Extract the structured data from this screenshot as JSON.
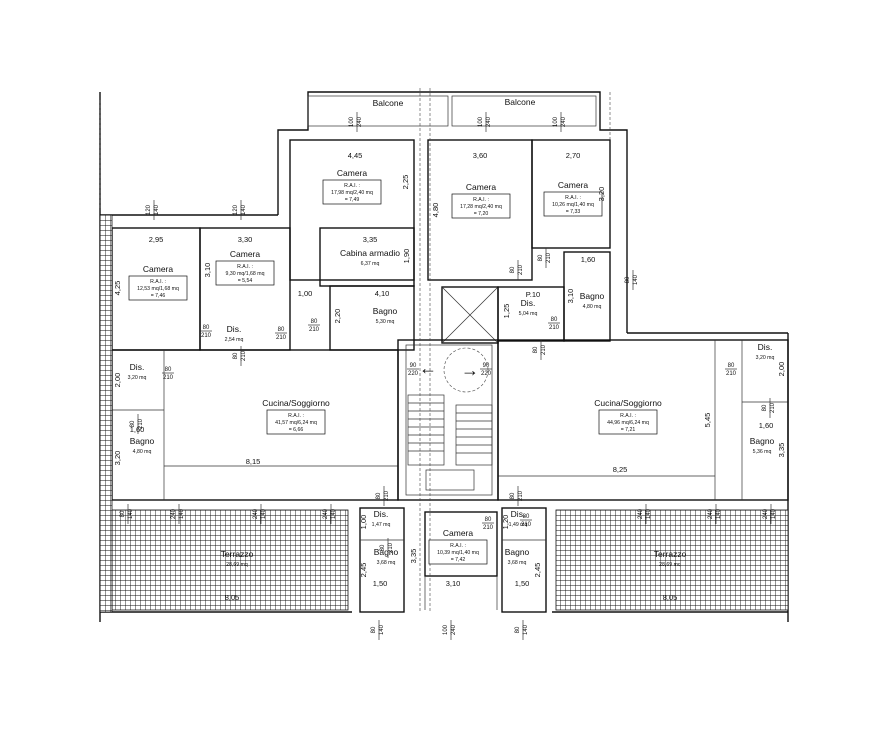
{
  "balconies": [
    {
      "id": "balcone-left",
      "label": "Balcone"
    },
    {
      "id": "balcone-right",
      "label": "Balcone"
    }
  ],
  "rooms": [
    {
      "id": "camera-top-1",
      "name": "Camera",
      "rai": [
        "R.A.I. :",
        "17,98 mq/2,40 mq",
        "= 7,49"
      ]
    },
    {
      "id": "camera-top-2",
      "name": "Camera",
      "rai": [
        "R.A.I. :",
        "17,28 mq/2,40 mq",
        "= 7,20"
      ]
    },
    {
      "id": "camera-top-3",
      "name": "Camera",
      "rai": [
        "R.A.I. :",
        "10,26 mq/1,40 mq",
        "= 7,33"
      ]
    },
    {
      "id": "camera-left-1",
      "name": "Camera",
      "rai": [
        "R.A.I. :",
        "12,53 mq/1,68 mq",
        "= 7,46"
      ]
    },
    {
      "id": "camera-left-2",
      "name": "Camera",
      "rai": [
        "R.A.I. :",
        "9,30 mq/1,68 mq",
        "= 5,54"
      ]
    },
    {
      "id": "cabina-armadio",
      "name": "Cabina armadio",
      "area": "6,37 mq"
    },
    {
      "id": "bagno-center",
      "name": "Bagno",
      "area": "5,30 mq"
    },
    {
      "id": "dis-left",
      "name": "Dis.",
      "area": "2,54 mq"
    },
    {
      "id": "dis-center-right",
      "name": "Dis.",
      "area": "5,04 mq"
    },
    {
      "id": "bagno-right-top",
      "name": "Bagno",
      "area": "4,80 mq"
    },
    {
      "id": "cucina-left",
      "name": "Cucina/Soggiorno",
      "rai": [
        "R.A.I. :",
        "41,57 mq/6,24 mq",
        "= 6,66"
      ]
    },
    {
      "id": "cucina-right",
      "name": "Cucina/Soggiorno",
      "rai": [
        "R.A.I. :",
        "44,96 mq/6,24 mq",
        "= 7,21"
      ]
    },
    {
      "id": "dis-left-low",
      "name": "Dis.",
      "area": "3,20 mq"
    },
    {
      "id": "bagno-left-low",
      "name": "Bagno",
      "area": "4,80 mq"
    },
    {
      "id": "dis-right-low",
      "name": "Dis.",
      "area": "3,20 mq"
    },
    {
      "id": "bagno-right-low",
      "name": "Bagno",
      "area": "5,36 mq"
    },
    {
      "id": "dis-bottom-1",
      "name": "Dis.",
      "area": "1,47 mq"
    },
    {
      "id": "dis-bottom-2",
      "name": "Dis.",
      "area": "1,49 mq"
    },
    {
      "id": "bagno-bottom-1",
      "name": "Bagno",
      "area": "3,68 mq"
    },
    {
      "id": "bagno-bottom-2",
      "name": "Bagno",
      "area": "3,68 mq"
    },
    {
      "id": "camera-bottom",
      "name": "Camera",
      "rai": [
        "R.A.I. :",
        "10,39 mq/1,40 mq",
        "= 7,42"
      ]
    },
    {
      "id": "terrazzo-left",
      "name": "Terrazzo",
      "area": "28,69 mq"
    },
    {
      "id": "terrazzo-right",
      "name": "Terrazzo",
      "area": "28,69 mq"
    }
  ],
  "dimensions": {
    "d_445": "4,45",
    "d_360": "3,60",
    "d_270": "2,70",
    "d_295": "2,95",
    "d_330": "3,30",
    "d_335": "3,35",
    "d_410": "4,10",
    "d_160a": "1,60",
    "d_100": "1,00",
    "d_425": "4,25",
    "d_310a": "3,10",
    "d_225": "2,25",
    "d_480": "4,80",
    "d_320a": "3,20",
    "d_220": "2,20",
    "d_190": "1,90",
    "d_125": "1,25",
    "d_310b": "3,10",
    "d_200a": "2,00",
    "d_160b": "1,60",
    "d_320b": "3,20",
    "d_815": "8,15",
    "d_825": "8,25",
    "d_545": "5,45",
    "d_160c": "1,60",
    "d_200b": "2,00",
    "d_335b": "3,35",
    "d_100b": "1,00",
    "d_335c": "3,35",
    "d_245a": "2,45",
    "d_150a": "1,50",
    "d_310c": "3,10",
    "d_150b": "1,50",
    "d_245b": "2,45",
    "d_120": "1,20",
    "d_805a": "8,05",
    "d_805b": "8,05",
    "d_p10": "P.10"
  },
  "openings": {
    "o_100_240": [
      "100",
      "240"
    ],
    "o_120_140": [
      "120",
      "140"
    ],
    "o_80_210": [
      "80",
      "210"
    ],
    "o_90_220": [
      "90",
      "220"
    ],
    "o_80_140": [
      "80",
      "140"
    ],
    "o_240_140": [
      "240",
      "140"
    ]
  },
  "stairs": {
    "arrow_left": "←",
    "arrow_right": "→"
  }
}
